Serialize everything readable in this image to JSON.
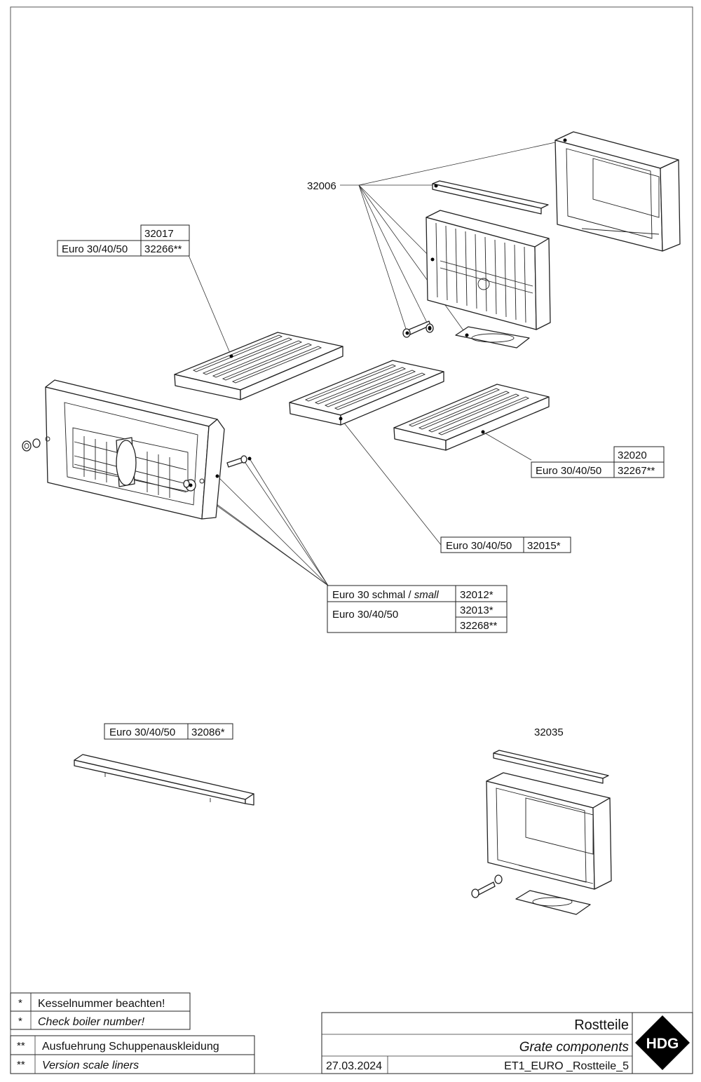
{
  "callouts": {
    "refractory_set": "32006",
    "top_grate": {
      "part_no": "32017",
      "variant": "Euro 30/40/50",
      "variant_part_no": "32266**"
    },
    "center_grate": {
      "variant": "Euro 30/40/50",
      "part_no": "32015*"
    },
    "right_grate": {
      "part_no": "32020",
      "variant": "Euro 30/40/50",
      "variant_part_no": "32267**"
    },
    "grate_frame": {
      "variant_small": "Euro 30 schmal / ",
      "variant_small_italic": "small",
      "part_no_small": "32012*",
      "variant": "Euro 30/40/50",
      "part_no": "32013*",
      "part_no_alt": "32268**"
    },
    "rail": {
      "variant": "Euro 30/40/50",
      "part_no": "32086*"
    },
    "liner_set": "32035"
  },
  "legend": {
    "rows": [
      {
        "mark": "*",
        "text": "Kesselnummer beachten!",
        "italic": false
      },
      {
        "mark": "*",
        "text": "Check boiler number!",
        "italic": true
      },
      {
        "mark": "**",
        "text": "Ausfuehrung Schuppenauskleidung",
        "italic": false
      },
      {
        "mark": "**",
        "text": "Version scale liners",
        "italic": true
      }
    ]
  },
  "title_block": {
    "title": "Rostteile",
    "subtitle": "Grate components",
    "date": "27.03.2024",
    "drawing_no": "ET1_EURO _Rostteile_5",
    "logo_text": "HDG"
  }
}
